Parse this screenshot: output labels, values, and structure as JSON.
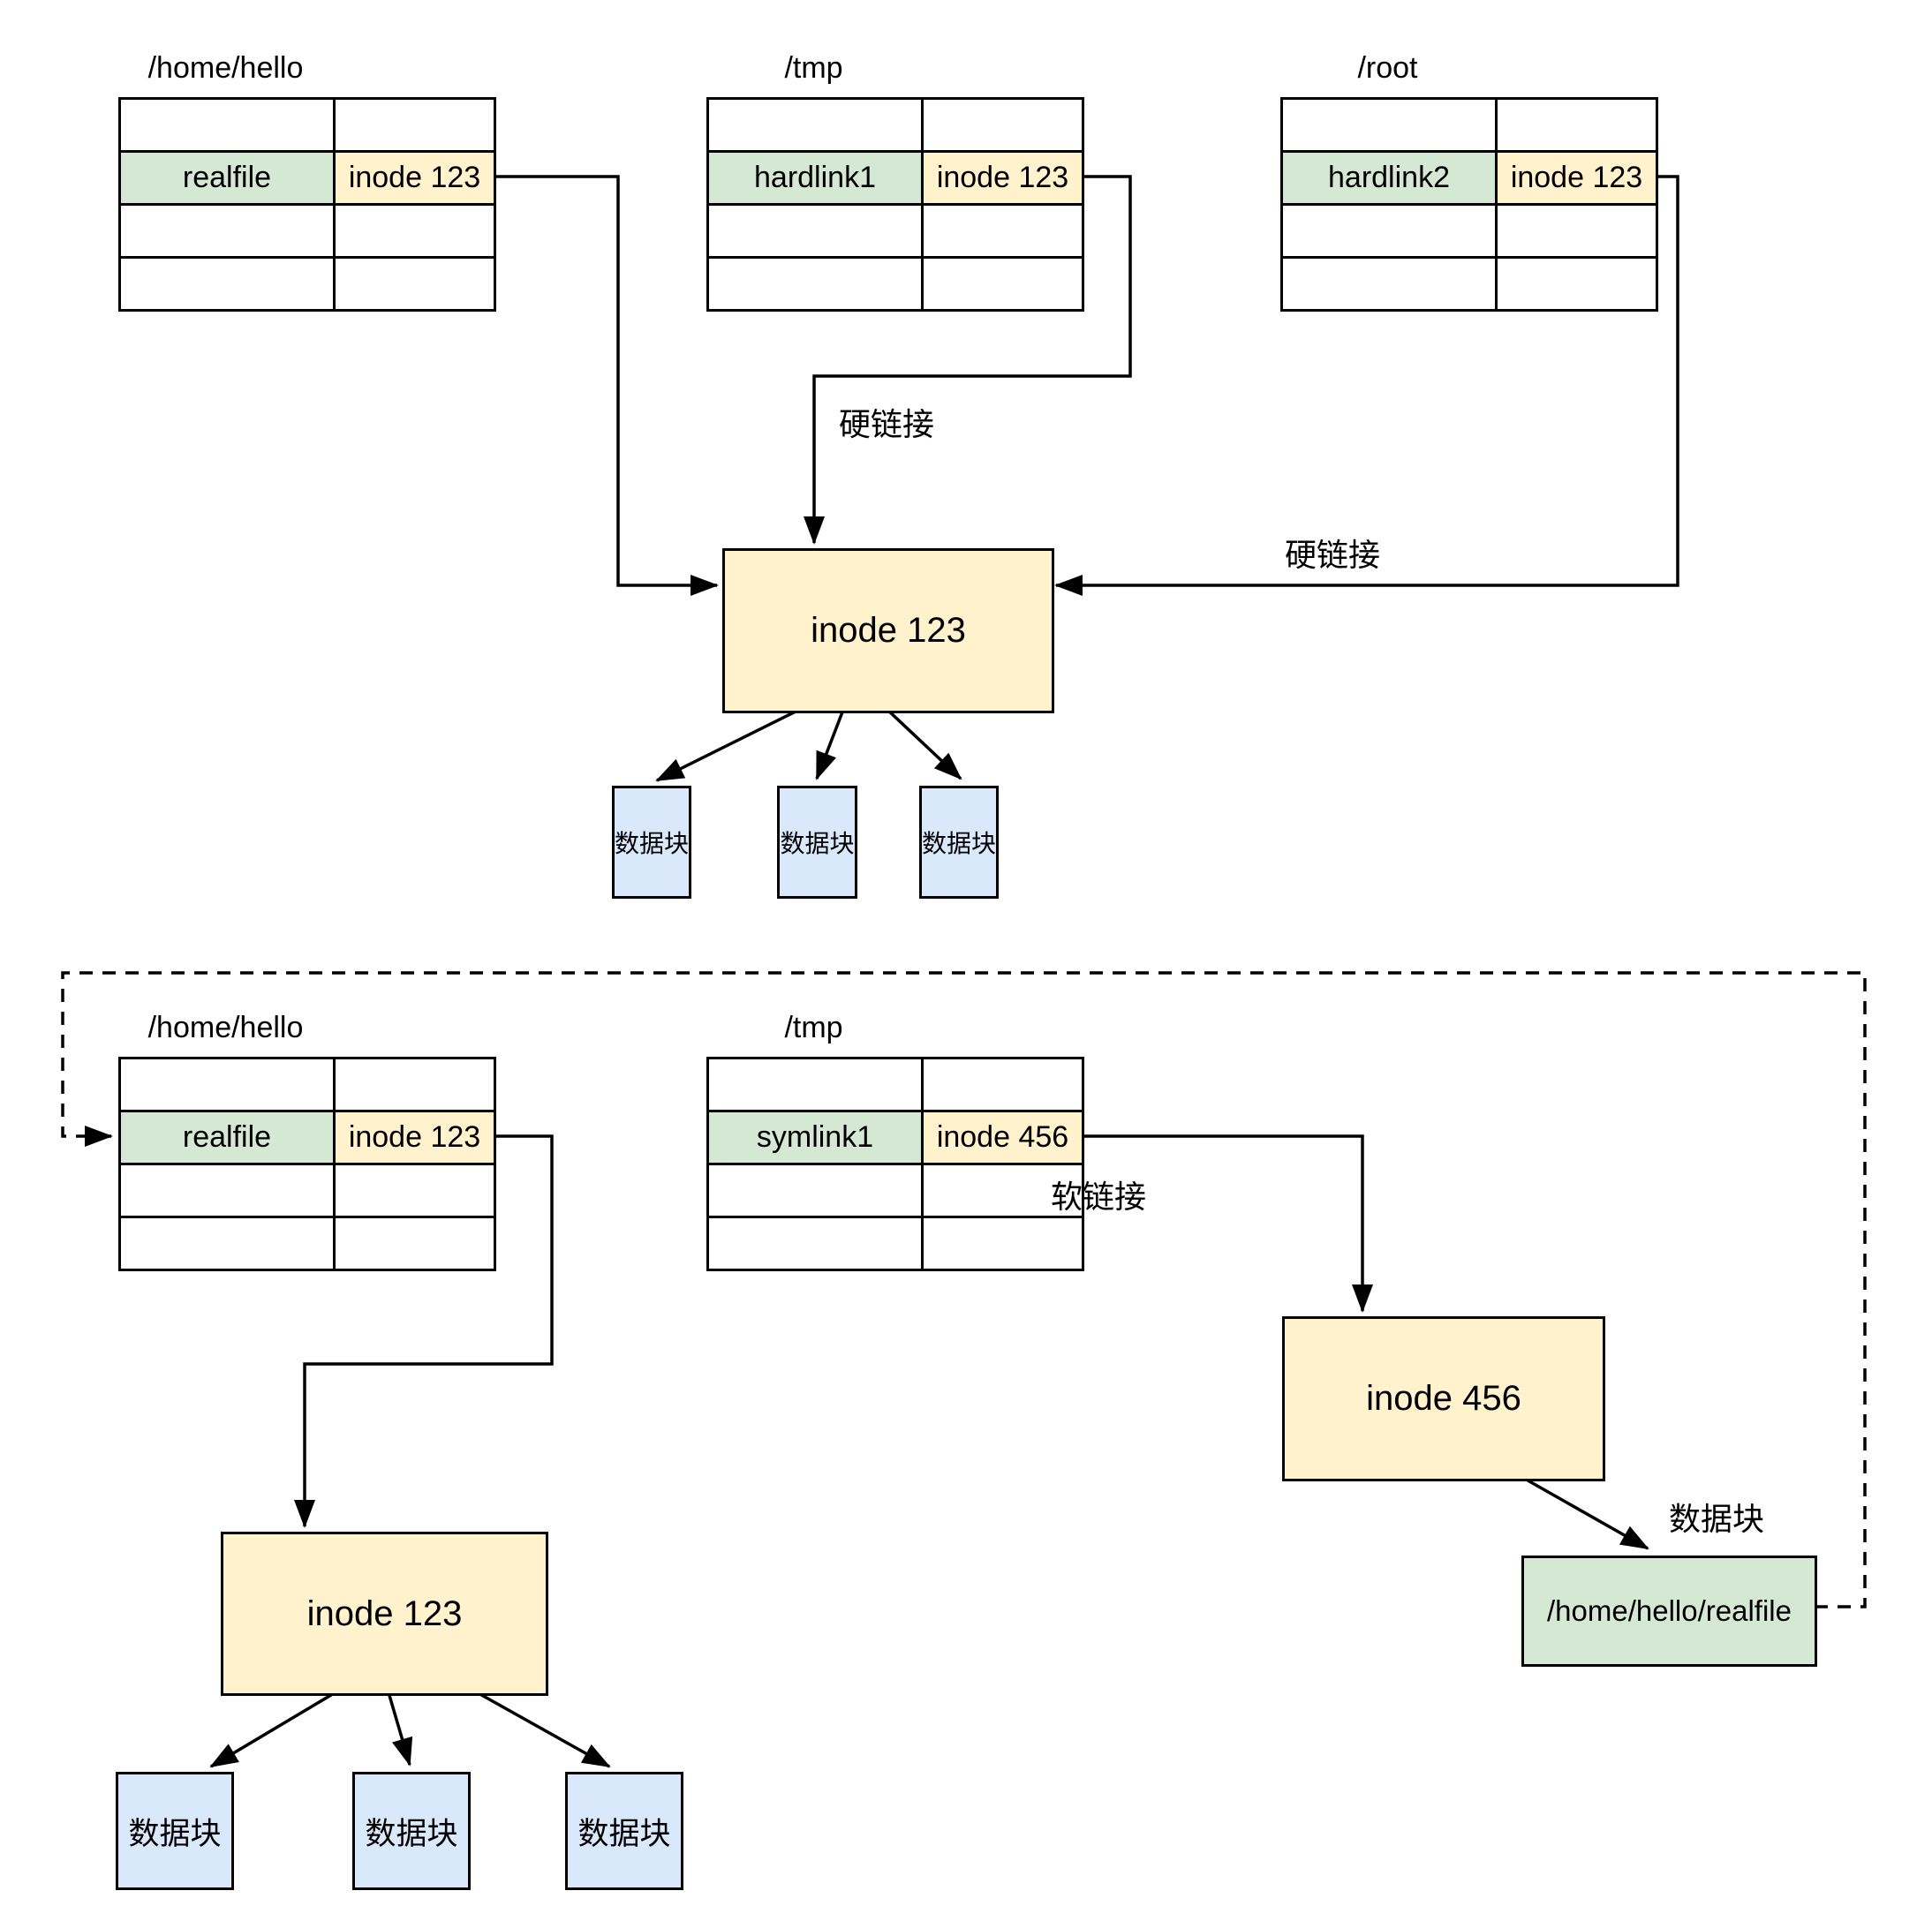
{
  "colors": {
    "green": "#d5e8d4",
    "yellow": "#fff2cc",
    "blue": "#dae8fc",
    "stroke": "#000000"
  },
  "top": {
    "tables": [
      {
        "title": "/home/hello",
        "row_label": "realfile",
        "row_value": "inode 123"
      },
      {
        "title": "/tmp",
        "row_label": "hardlink1",
        "row_value": "inode 123"
      },
      {
        "title": "/root",
        "row_label": "hardlink2",
        "row_value": "inode 123"
      }
    ],
    "inode_box": "inode 123",
    "hardlink_label_1": "硬链接",
    "hardlink_label_2": "硬链接",
    "data_blocks": [
      "数据块",
      "数据块",
      "数据块"
    ]
  },
  "bottom": {
    "tables": [
      {
        "title": "/home/hello",
        "row_label": "realfile",
        "row_value": "inode 123"
      },
      {
        "title": "/tmp",
        "row_label": "symlink1",
        "row_value": "inode 456"
      }
    ],
    "inode_box_123": "inode 123",
    "inode_box_456": "inode 456",
    "softlink_label": "软链接",
    "datablock_label": "数据块",
    "realfile_box": "/home/hello/realfile",
    "data_blocks": [
      "数据块",
      "数据块",
      "数据块"
    ]
  }
}
